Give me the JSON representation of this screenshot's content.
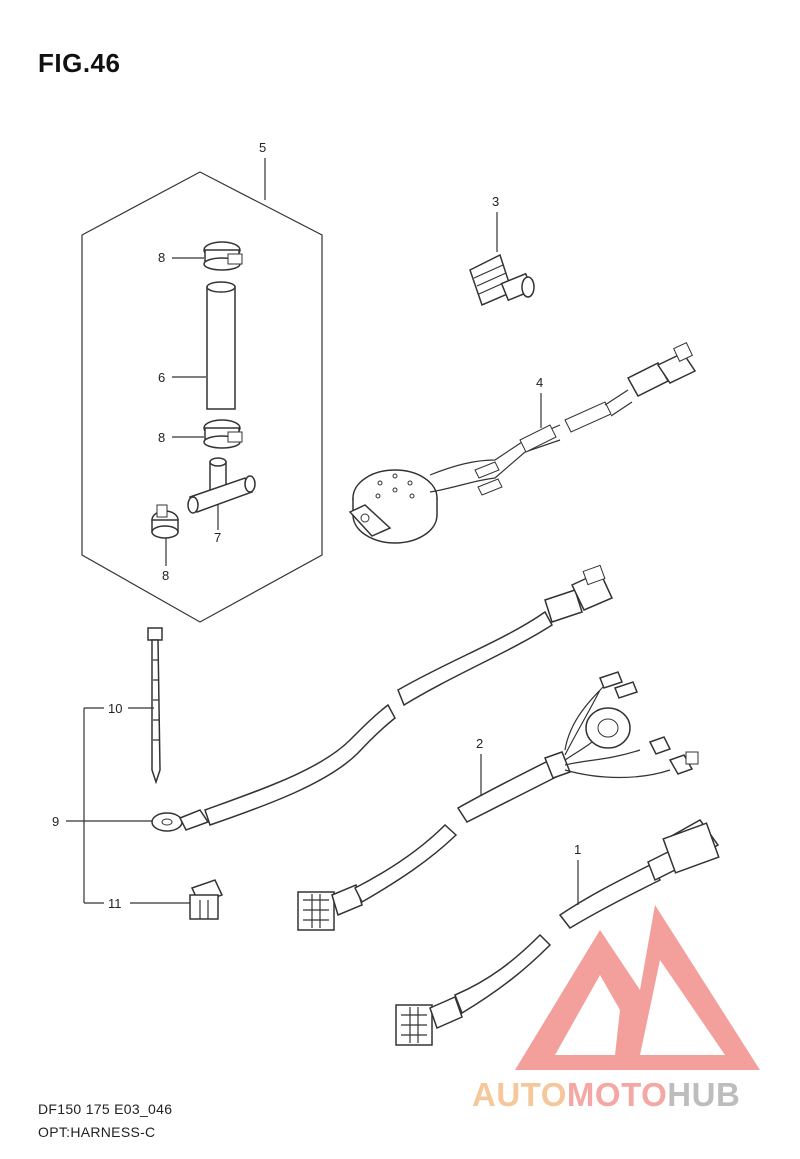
{
  "figure": {
    "title": "FIG.46"
  },
  "callouts": {
    "c1": "1",
    "c2": "2",
    "c3": "3",
    "c4": "4",
    "c5": "5",
    "c6": "6",
    "c7": "7",
    "c8a": "8",
    "c8b": "8",
    "c8c": "8",
    "c9": "9",
    "c10": "10",
    "c11": "11"
  },
  "footer": {
    "code": "DF150 175 E03_046",
    "name": "OPT:HARNESS-C"
  },
  "watermark": {
    "part_a": "AUTO",
    "part_b": "MOTO",
    "part_c": "HUB",
    "colors": {
      "auto": "#f6c79a",
      "moto": "#f4a7a3",
      "hub": "#bdbdbd",
      "logo": "#f28f8a"
    }
  }
}
